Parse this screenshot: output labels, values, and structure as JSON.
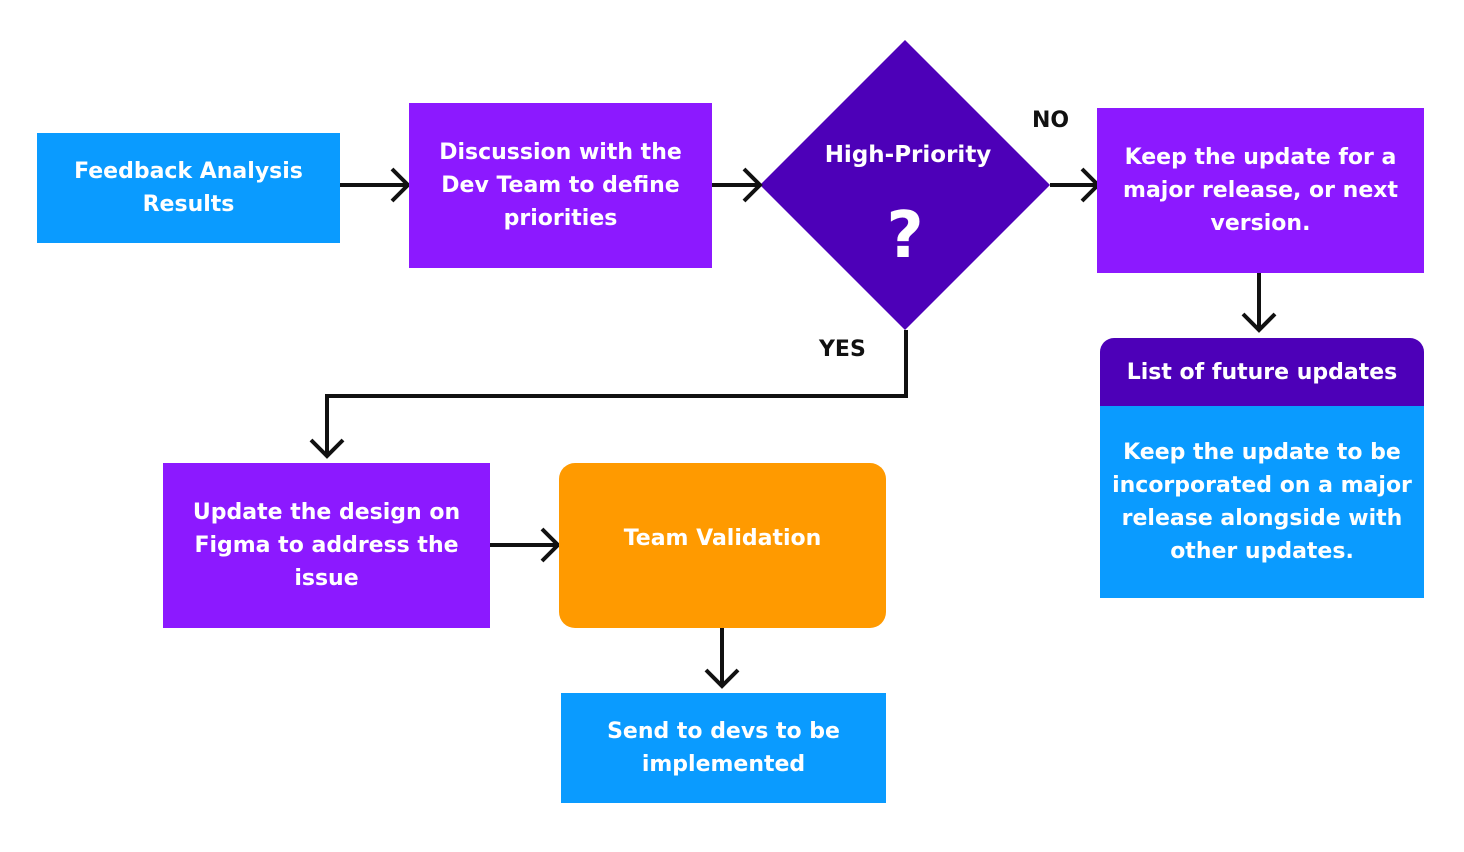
{
  "nodes": {
    "feedback": "Feedback Analysis Results",
    "discussion": "Discussion with the Dev Team to define priorities",
    "decision_title": "High-Priority",
    "decision_mark": "?",
    "keep_update": "Keep the update for a major release, or next version.",
    "update_design": "Update the design on Figma to address the issue",
    "team_validation": "Team Validation",
    "send_devs": "Send to devs to be implemented"
  },
  "branches": {
    "no": "NO",
    "yes": "YES"
  },
  "future_card": {
    "title": "List of future updates",
    "body": "Keep the update to be incorporated on a major release alongside with other updates."
  },
  "colors": {
    "blue": "#0a9bff",
    "purple": "#8c19ff",
    "dark_purple": "#4d00b8",
    "orange": "#ff9a00",
    "line": "#111111"
  }
}
